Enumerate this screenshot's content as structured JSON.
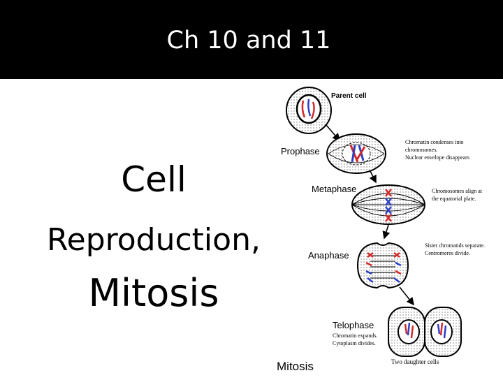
{
  "header": {
    "title": "Ch 10 and 11"
  },
  "slide": {
    "title_line1": "Cell",
    "title_line2": "Reproduction,",
    "title_line3": "Mitosis"
  },
  "diagram": {
    "parent_cell_label": "Parent cell",
    "prophase_label": "Prophase",
    "prophase_note1": "Chromatin condenses into",
    "prophase_note2": "chromosomes.",
    "prophase_note3": "Nuclear envelope disappears",
    "metaphase_label": "Metaphase",
    "metaphase_note1": "Chromosomes align at",
    "metaphase_note2": "the equatorial plate.",
    "anaphase_label": "Anaphase",
    "anaphase_note1": "Sister chromatids separate.",
    "anaphase_note2": "Centromeres divide.",
    "telophase_label": "Telophase",
    "telophase_note1": "Chromatin expands.",
    "telophase_note2": "Cytoplasm divides.",
    "daughter_cells_label": "Two daughter cells",
    "caption": "Mitosis"
  },
  "colors": {
    "header_bg": "#000000",
    "chromosome_red": "#d42a2a",
    "chromosome_blue": "#2c3fc4"
  }
}
